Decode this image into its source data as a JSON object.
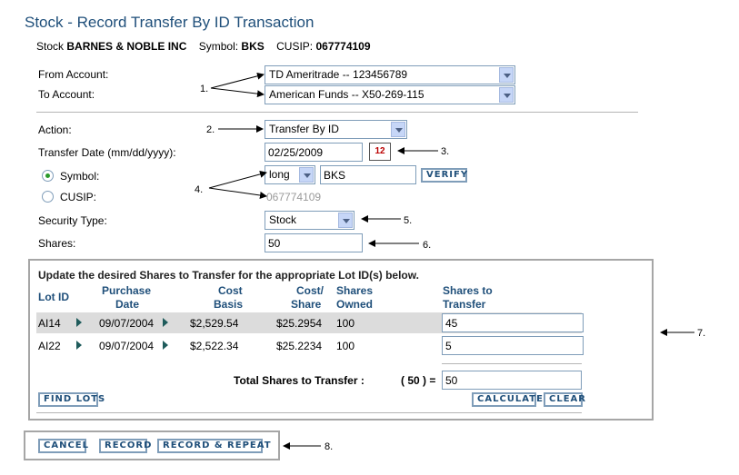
{
  "title": "Stock - Record Transfer By ID Transaction",
  "stock": {
    "prefix": "Stock",
    "name": "BARNES & NOBLE INC",
    "symbol_label": "Symbol:",
    "symbol": "BKS",
    "cusip_label": "CUSIP:",
    "cusip": "067774109"
  },
  "accounts": {
    "from_label": "From Account:",
    "from_value": "TD Ameritrade -- 123456789",
    "to_label": "To Account:",
    "to_value": "American Funds -- X50-269-115"
  },
  "action": {
    "label": "Action:",
    "value": "Transfer By ID"
  },
  "transfer_date": {
    "label": "Transfer Date (mm/dd/yyyy):",
    "value": "02/25/2009",
    "calendar_text": "12"
  },
  "symbol_choice": {
    "symbol_label": "Symbol:",
    "position_value": "long",
    "symbol_value": "BKS",
    "verify_label": "VERIFY",
    "cusip_label": "CUSIP:",
    "cusip_value": "067774109"
  },
  "security_type": {
    "label": "Security Type:",
    "value": "Stock"
  },
  "shares": {
    "label": "Shares:",
    "value": "50"
  },
  "lots": {
    "instruction": "Update the desired Shares to Transfer for the appropriate Lot ID(s) below.",
    "headers": {
      "lot_id": "Lot ID",
      "purchase_1": "Purchase",
      "purchase_2": "Date",
      "cost_1": "Cost",
      "cost_2": "Basis",
      "cps_1": "Cost/",
      "cps_2": "Share",
      "owned_1": "Shares",
      "owned_2": "Owned",
      "transfer_1": "Shares to",
      "transfer_2": "Transfer"
    },
    "rows": [
      {
        "lot_id": "AI14",
        "date": "09/07/2004",
        "cost_basis": "$2,529.54",
        "cost_share": "$25.2954",
        "owned": "100",
        "transfer": "45"
      },
      {
        "lot_id": "AI22",
        "date": "09/07/2004",
        "cost_basis": "$2,522.34",
        "cost_share": "$25.2234",
        "owned": "100",
        "transfer": "5"
      }
    ],
    "total_label": "Total Shares to Transfer :",
    "total_paren": "( 50 ) =",
    "total_value": "50",
    "find_lots": "FIND LOTS",
    "calculate": "CALCULATE",
    "clear": "CLEAR"
  },
  "actions": {
    "cancel": "CANCEL",
    "record": "RECORD",
    "record_repeat": "RECORD & REPEAT"
  },
  "notes": {
    "n1": "1.",
    "n2": "2.",
    "n3": "3.",
    "n4": "4.",
    "n5": "5.",
    "n6": "6.",
    "n7": "7.",
    "n8": "8."
  },
  "colors": {
    "title": "#1f4f7a",
    "header_text": "#1f4f7a",
    "row_highlight": "#dcdcdc",
    "border": "#a6a6a6"
  }
}
